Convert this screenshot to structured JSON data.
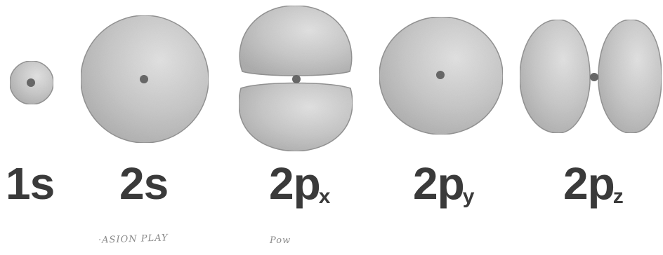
{
  "orbitals": [
    {
      "label": "1s",
      "subscript": ""
    },
    {
      "label": "2s",
      "subscript": ""
    },
    {
      "label": "2p",
      "subscript": "x"
    },
    {
      "label": "2p",
      "subscript": "y"
    },
    {
      "label": "2p",
      "subscript": "z"
    }
  ],
  "handwriting": {
    "left": "·ASION PLAY",
    "right": "Pow"
  },
  "colors": {
    "lobe": "#c4c4c4",
    "lobe_edge": "#8c8c8c",
    "nucleus": "#5a5a5a",
    "label": "#3a3a3a"
  }
}
